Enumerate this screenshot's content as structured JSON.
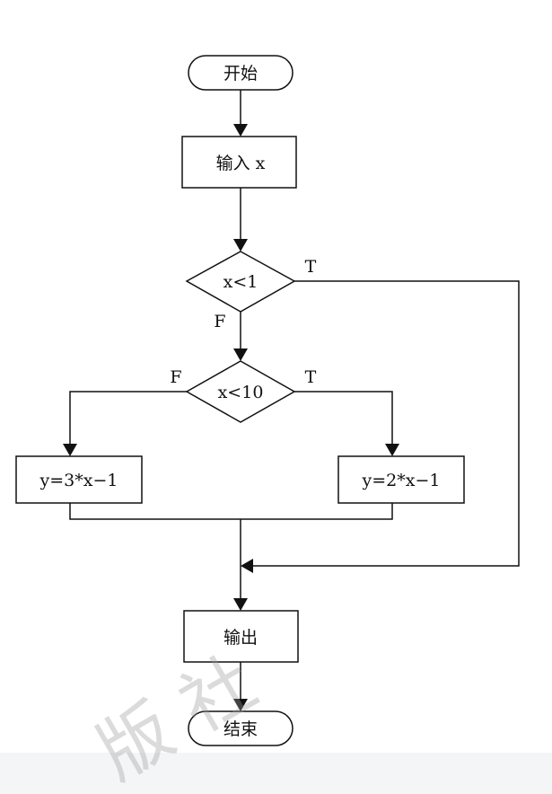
{
  "flowchart": {
    "start": "开始",
    "input": "输入 x",
    "cond1": "x<1",
    "cond1_true": "T",
    "cond1_false": "F",
    "cond2": "x<10",
    "cond2_true": "T",
    "cond2_false": "F",
    "proc_left": "y=3*x−1",
    "proc_right": "y=2*x−1",
    "output": "输出",
    "end": "结束"
  },
  "watermark": "版 社"
}
